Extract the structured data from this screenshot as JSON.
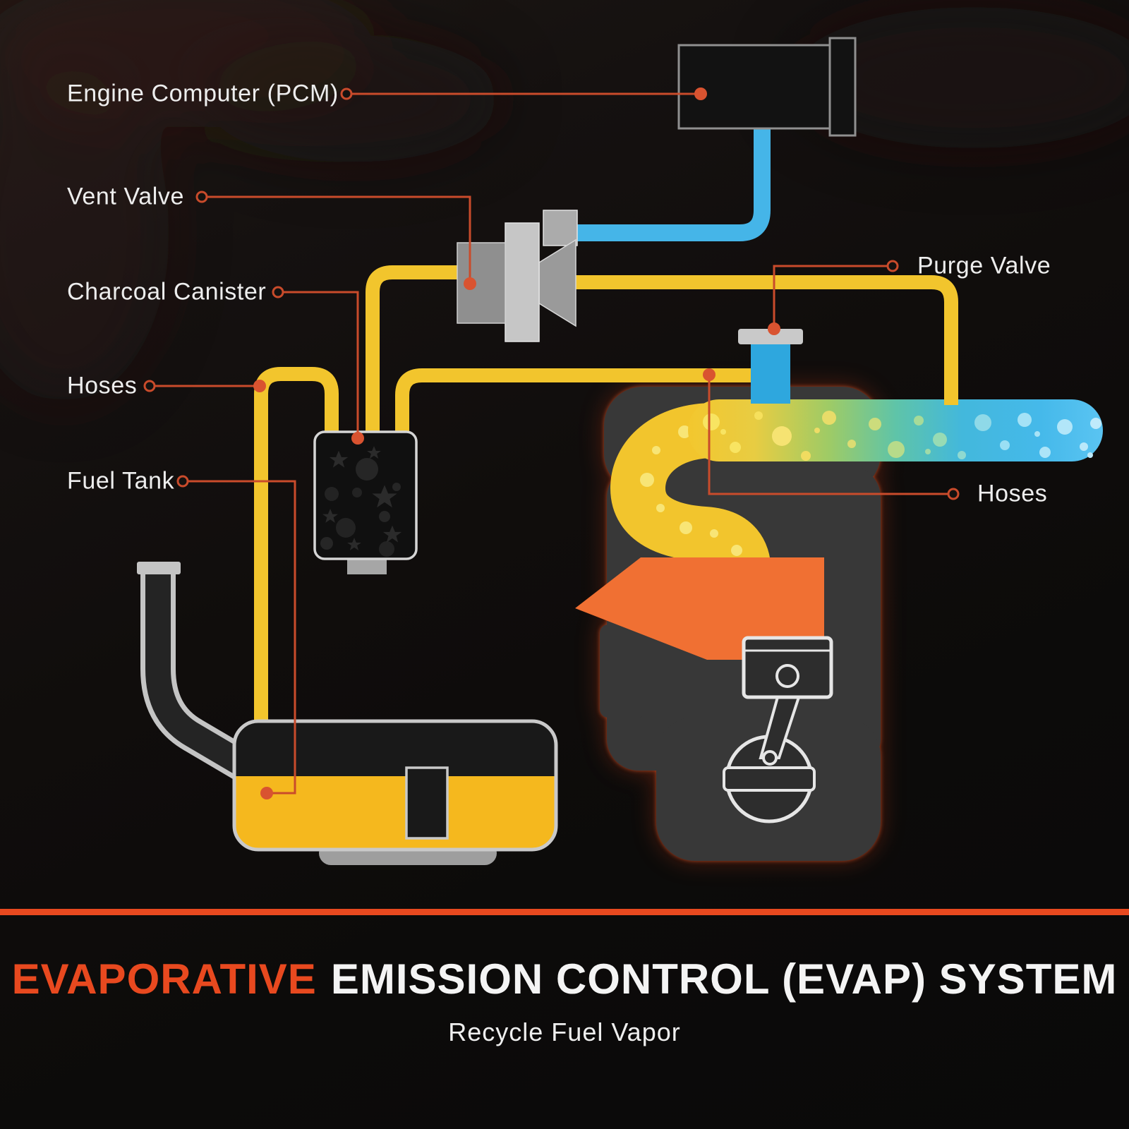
{
  "diagram": {
    "labels": {
      "engine_computer": "Engine Computer (PCM)",
      "vent_valve": "Vent Valve",
      "charcoal_canister": "Charcoal Canister",
      "hoses_left": "Hoses",
      "fuel_tank": "Fuel Tank",
      "purge_valve": "Purge Valve",
      "hoses_right": "Hoses"
    },
    "title": {
      "highlight": "EVAPORATIVE",
      "rest": "EMISSION CONTROL (EVAP) SYSTEM",
      "subtitle": "Recycle Fuel Vapor"
    },
    "colors": {
      "accent_red": "#E8491F",
      "callout_red": "#C94B2B",
      "hose_yellow": "#F2C52D",
      "fuel_yellow": "#F5B81E",
      "signal_blue": "#45B5E8",
      "purge_blue": "#2EA7DE",
      "air_blue": "#45B9EA",
      "manifold_orange": "#F07033"
    }
  }
}
